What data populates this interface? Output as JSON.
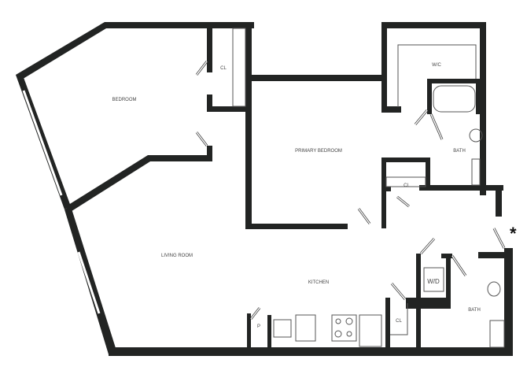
{
  "rooms": {
    "bedroom": "BEDROOM",
    "bedroom_closet": "CL",
    "walk_in_closet": "W/C",
    "primary_bedroom": "PRIMARY BEDROOM",
    "primary_bath": "BATH",
    "primary_closet": "CL",
    "living_room": "LIVING ROOM",
    "kitchen": "KITCHEN",
    "pantry": "P",
    "kitchen_closet": "CL",
    "laundry": "W/D",
    "bath": "BATH"
  },
  "entry_marker": "*",
  "colors": {
    "wall": "#222423",
    "background": "#ffffff"
  }
}
